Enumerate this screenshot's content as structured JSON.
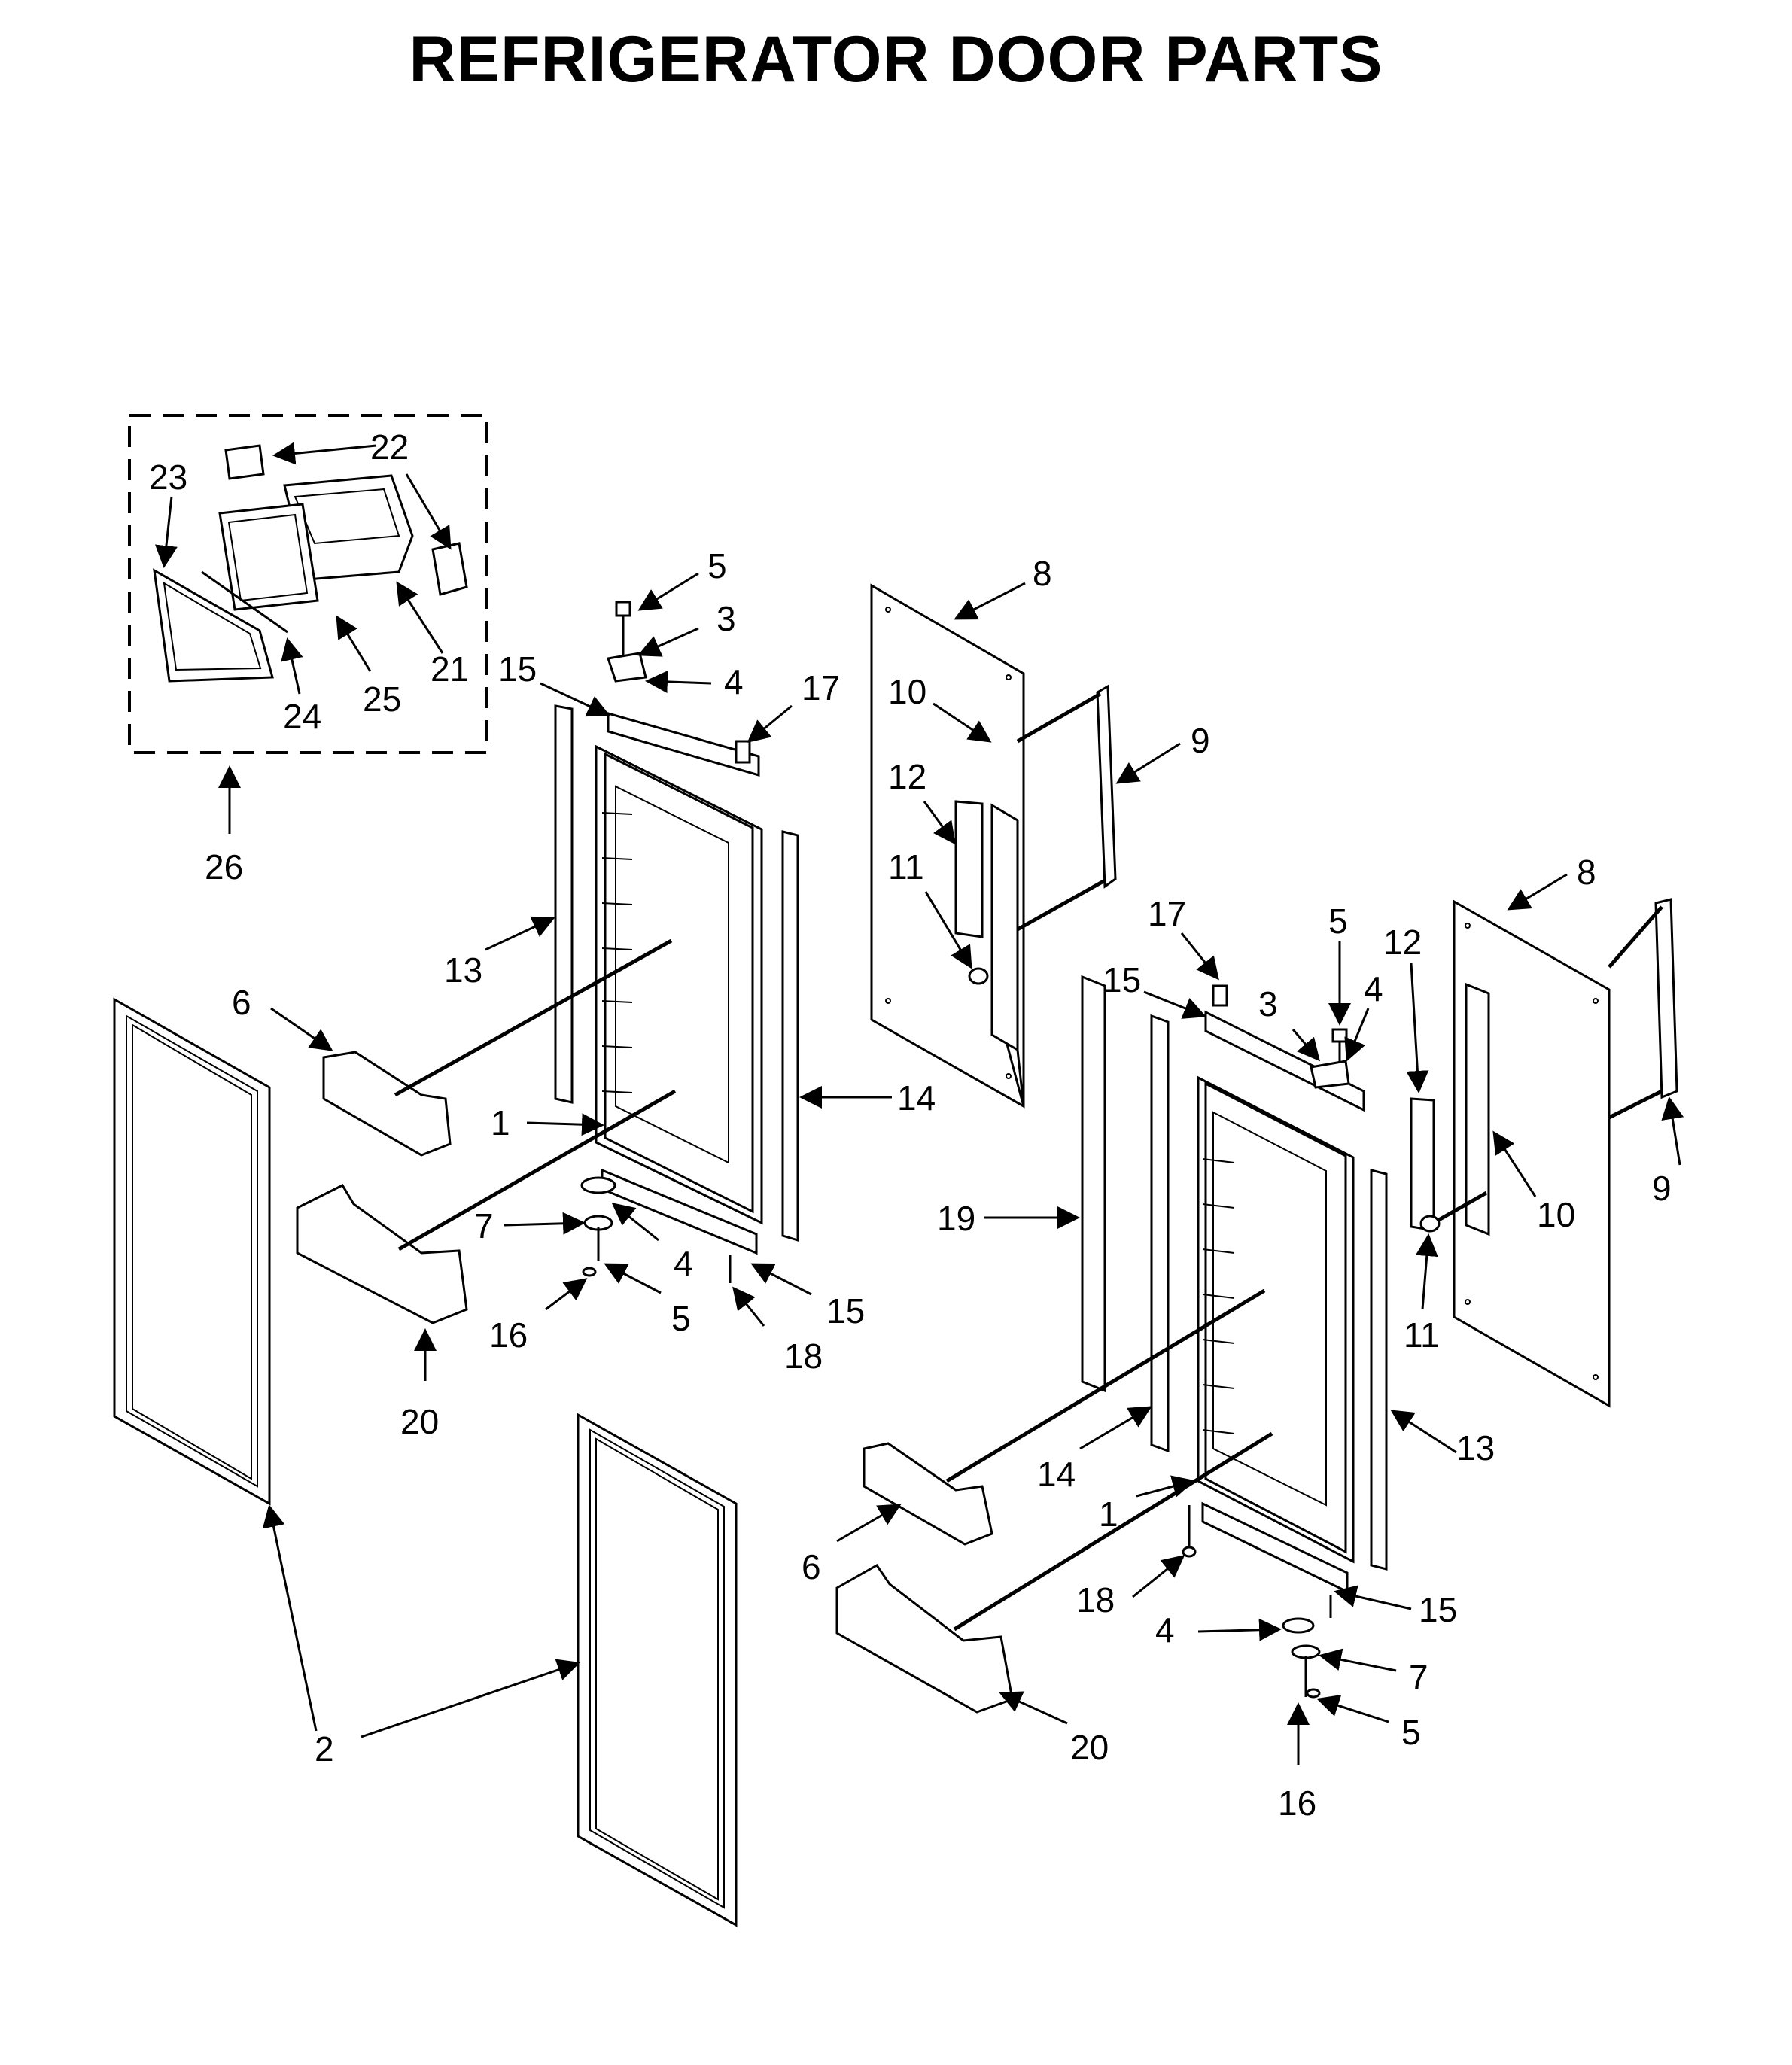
{
  "title": "REFRIGERATOR DOOR PARTS",
  "callouts": [
    "1",
    "2",
    "3",
    "4",
    "5",
    "6",
    "7",
    "8",
    "9",
    "10",
    "11",
    "12",
    "13",
    "14",
    "15",
    "16",
    "17",
    "18",
    "19",
    "20",
    "21",
    "22",
    "23",
    "24",
    "25",
    "26"
  ]
}
